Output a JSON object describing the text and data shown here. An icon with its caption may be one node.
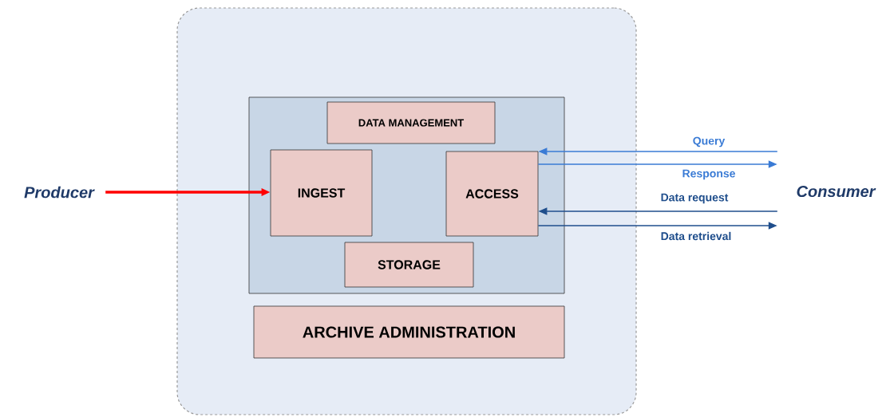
{
  "diagram": {
    "nodes": [
      {
        "text": [],
        "shape": "box"
      },
      {
        "text": [],
        "shape": "box",
        "in": 0
      },
      {
        "text": [
          "DATA MANAGEMENT"
        ],
        "in": 1
      },
      {
        "text": [
          "INGEST"
        ],
        "in": 1
      },
      {
        "text": [
          "ACCESS"
        ],
        "in": 1
      },
      {
        "text": [
          "STORAGE"
        ],
        "in": 1
      },
      {
        "text": [
          "ARCHIVE ADMINISTRATION"
        ],
        "in": 0
      },
      {
        "text": [
          "Producer"
        ]
      },
      {
        "text": [
          "Consumer"
        ]
      }
    ],
    "edges": [
      {
        "from": 7,
        "to": 3,
        "arrow": "to",
        "style": "thick",
        "color": "#ff0000"
      },
      {
        "from": 8,
        "to": 4,
        "arrow": "to",
        "label": "Query",
        "color": "#3a7bd5"
      },
      {
        "from": 4,
        "to": 8,
        "arrow": "to",
        "label": "Response",
        "color": "#3a7bd5"
      },
      {
        "from": 8,
        "to": 4,
        "arrow": "to",
        "label": "Data request",
        "color": "#1f4e8c"
      },
      {
        "from": 4,
        "to": 8,
        "arrow": "to",
        "label": "Data retrieval",
        "color": "#1f4e8c"
      }
    ]
  }
}
